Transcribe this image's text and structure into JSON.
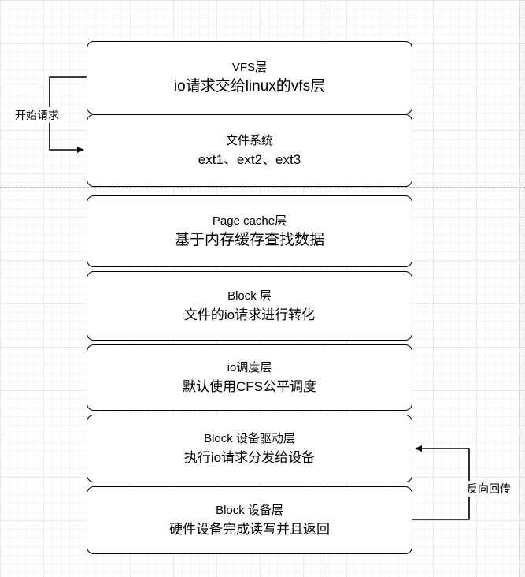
{
  "diagram": {
    "nodes": [
      {
        "title": "VFS层",
        "subtitle": "io请求交给linux的vfs层"
      },
      {
        "title": "文件系统",
        "subtitle": "ext1、ext2、ext3"
      },
      {
        "title": "Page cache层",
        "subtitle": "基于内存缓存查找数据"
      },
      {
        "title": "Block 层",
        "subtitle": "文件的io请求进行转化"
      },
      {
        "title": "io调度层",
        "subtitle": "默认使用CFS公平调度"
      },
      {
        "title": "Block 设备驱动层",
        "subtitle": "执行io请求分发给设备"
      },
      {
        "title": "Block 设备层",
        "subtitle": "硬件设备完成读写并且返回"
      }
    ],
    "edges": {
      "start_label": "开始请求",
      "return_label": "反向回传"
    },
    "colors": {
      "node_border": "#000000",
      "node_fill": "#ffffff",
      "edge_stroke": "#000000",
      "grid_line": "#e9e9e9",
      "guide_dash": "#b5b5b5"
    }
  }
}
